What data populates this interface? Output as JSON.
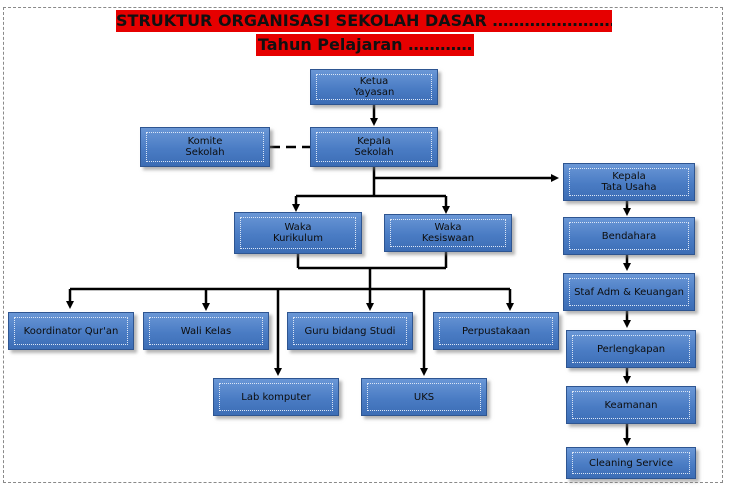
{
  "title": {
    "line1": "STRUKTUR ORGANISASI SEKOLAH DASAR ……………………",
    "line2": "Tahun Pelajaran …………"
  },
  "nodes": {
    "ketua_yayasan": "Ketua\nYayasan",
    "komite_sekolah": "Komite\nSekolah",
    "kepala_sekolah": "Kepala\nSekolah",
    "kepala_tata_usaha": "Kepala\nTata Usaha",
    "waka_kurikulum": "Waka\nKurikulum",
    "waka_kesiswaan": "Waka\nKesiswaan",
    "bendahara": "Bendahara",
    "staf_adm_keuangan": "Staf Adm & Keuangan",
    "perlengkapan": "Perlengkapan",
    "keamanan": "Keamanan",
    "cleaning_service": "Cleaning Service",
    "koordinator_quran": "Koordinator Qur'an",
    "wali_kelas": "Wali Kelas",
    "guru_bidang_studi": "Guru bidang Studi",
    "perpustakaan": "Perpustakaan",
    "lab_komputer": "Lab komputer",
    "uks": "UKS"
  }
}
